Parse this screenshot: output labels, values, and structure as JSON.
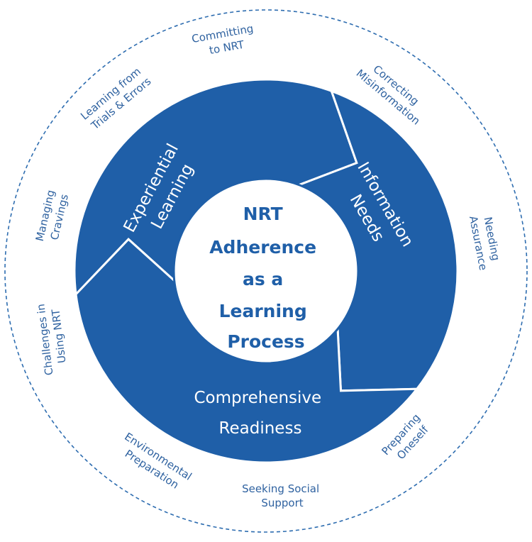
{
  "colors": {
    "segment_fill": "#1f5fa8",
    "outer_ring": "#2e6db0",
    "subtheme_text": "#2f62a0",
    "center_text": "#1f5fa8"
  },
  "center": {
    "lines": [
      "NRT",
      "Adherence",
      "as a",
      "Learning",
      "Process"
    ]
  },
  "segments": {
    "experiential": {
      "lines": [
        "Experiential",
        "Learning"
      ]
    },
    "information": {
      "lines": [
        "Information",
        "Needs"
      ]
    },
    "readiness": {
      "lines": [
        "Comprehensive",
        "Readiness"
      ]
    }
  },
  "subthemes": {
    "committing": [
      "Committing",
      "to NRT"
    ],
    "correcting": [
      "Correcting",
      "Misinformation"
    ],
    "learning_trials": [
      "Learning from",
      "Trials & Errors"
    ],
    "assurance": [
      "Needing",
      "Assurance"
    ],
    "cravings": [
      "Managing",
      "Cravings"
    ],
    "challenges": [
      "Challenges in",
      "Using NRT"
    ],
    "preparing": [
      "Preparing",
      "Oneself"
    ],
    "environmental": [
      "Environmental",
      "Preparation"
    ],
    "social": [
      "Seeking Social",
      "Support"
    ]
  }
}
